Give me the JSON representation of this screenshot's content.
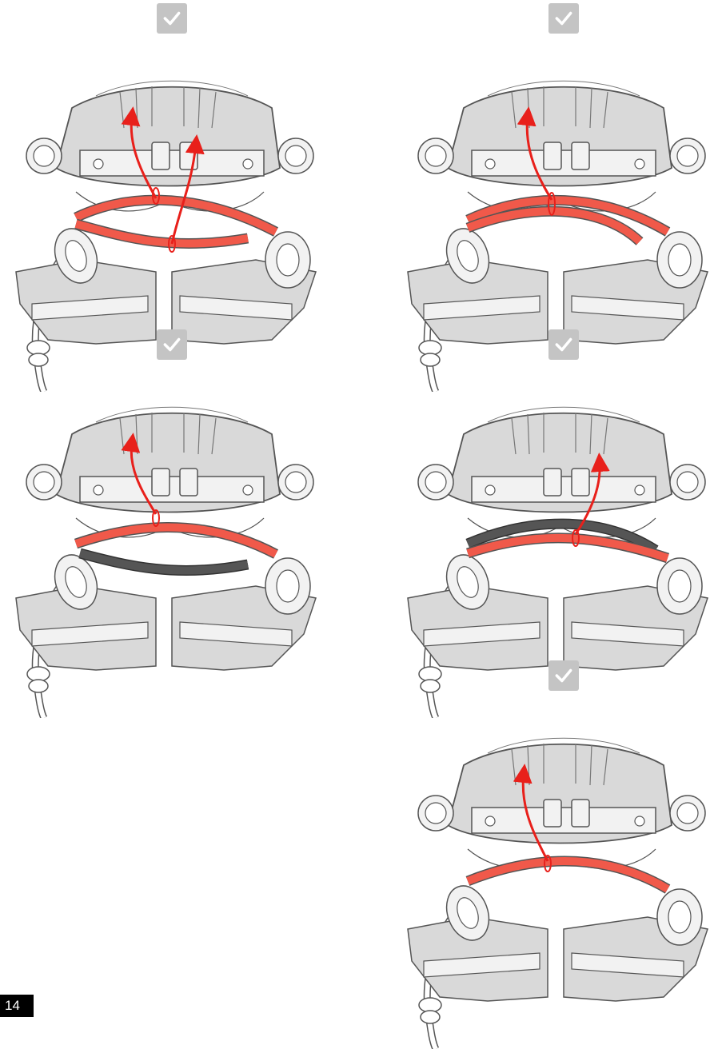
{
  "page": {
    "number": "14"
  },
  "colors": {
    "badge": "#c4c4c4",
    "harness_fill": "#d9d9d9",
    "harness_stroke": "#555555",
    "webbing": "#f2f2f2",
    "strap_red": "#f0594a",
    "arrow_red": "#e8201b",
    "strap_black": "#555555"
  },
  "illustrations": [
    {
      "id": "step-1",
      "badge_icon": "checkmark-icon",
      "variant": "two-red-straps-two-arrows"
    },
    {
      "id": "step-2",
      "badge_icon": "checkmark-icon",
      "variant": "doubled-red-strap-one-arrow"
    },
    {
      "id": "step-3",
      "badge_icon": "checkmark-icon",
      "variant": "red-and-black-straps"
    },
    {
      "id": "step-4",
      "badge_icon": "checkmark-icon",
      "variant": "black-and-red-straps-arrow-right"
    },
    {
      "id": "step-5",
      "badge_icon": "checkmark-icon",
      "variant": "single-red-strap"
    }
  ]
}
